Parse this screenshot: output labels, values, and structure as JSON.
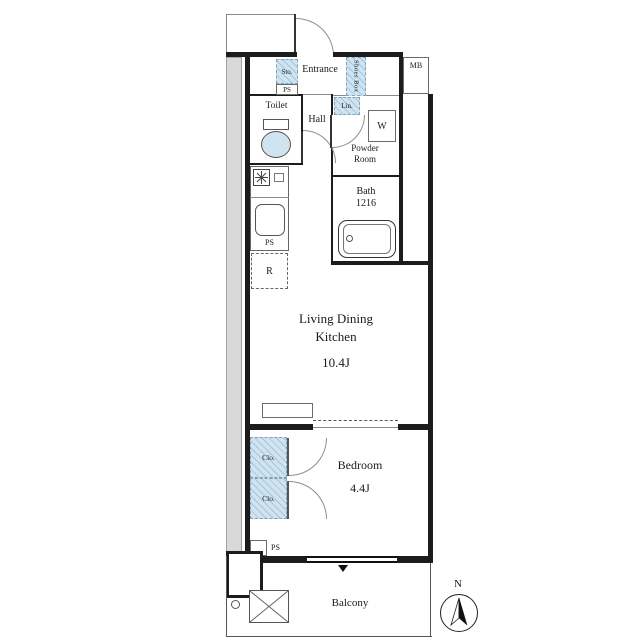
{
  "floor_plan": {
    "mb_label": "MB",
    "entrance": {
      "storage_label": "Sto.",
      "ps_label": "PS",
      "name": "Entrance",
      "shoes_box_label": "Shoes Box"
    },
    "toilet": {
      "name": "Toilet"
    },
    "hall": {
      "name": "Hall"
    },
    "powder_room": {
      "linen_label": "Lin.",
      "washer_label": "W",
      "name_line1": "Powder",
      "name_line2": "Room"
    },
    "bath": {
      "name": "Bath",
      "size_label": "1216"
    },
    "kitchen": {
      "ps_label": "PS",
      "fridge_label": "R"
    },
    "living": {
      "name_line1": "Living Dining",
      "name_line2": "Kitchen",
      "size_label": "10.4J"
    },
    "bedroom": {
      "name": "Bedroom",
      "size_label": "4.4J",
      "closet_upper_label": "Clo.",
      "closet_lower_label": "Clo.",
      "ps_label": "PS"
    },
    "balcony": {
      "name": "Balcony"
    },
    "compass": {
      "north_label": "N"
    },
    "colors": {
      "wall": "#1c1c1c",
      "fixture_fill": "#cfe4f0",
      "corridor_gray": "#d8d8d8"
    }
  }
}
